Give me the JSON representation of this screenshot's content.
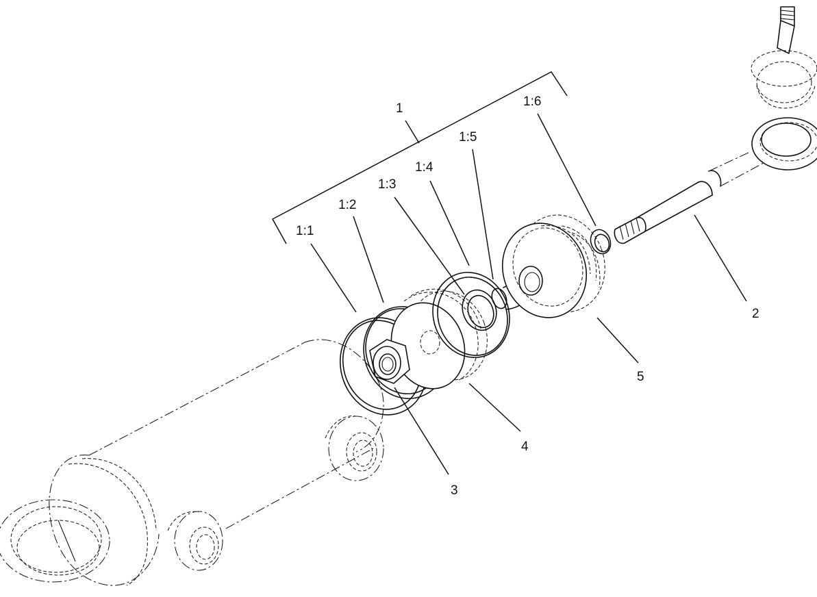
{
  "callouts": {
    "assembly": "1",
    "part_1_1": "1:1",
    "part_1_2": "1:2",
    "part_1_3": "1:3",
    "part_1_4": "1:4",
    "part_1_5": "1:5",
    "part_1_6": "1:6",
    "part_2": "2",
    "part_3": "3",
    "part_4": "4",
    "part_5": "5"
  }
}
